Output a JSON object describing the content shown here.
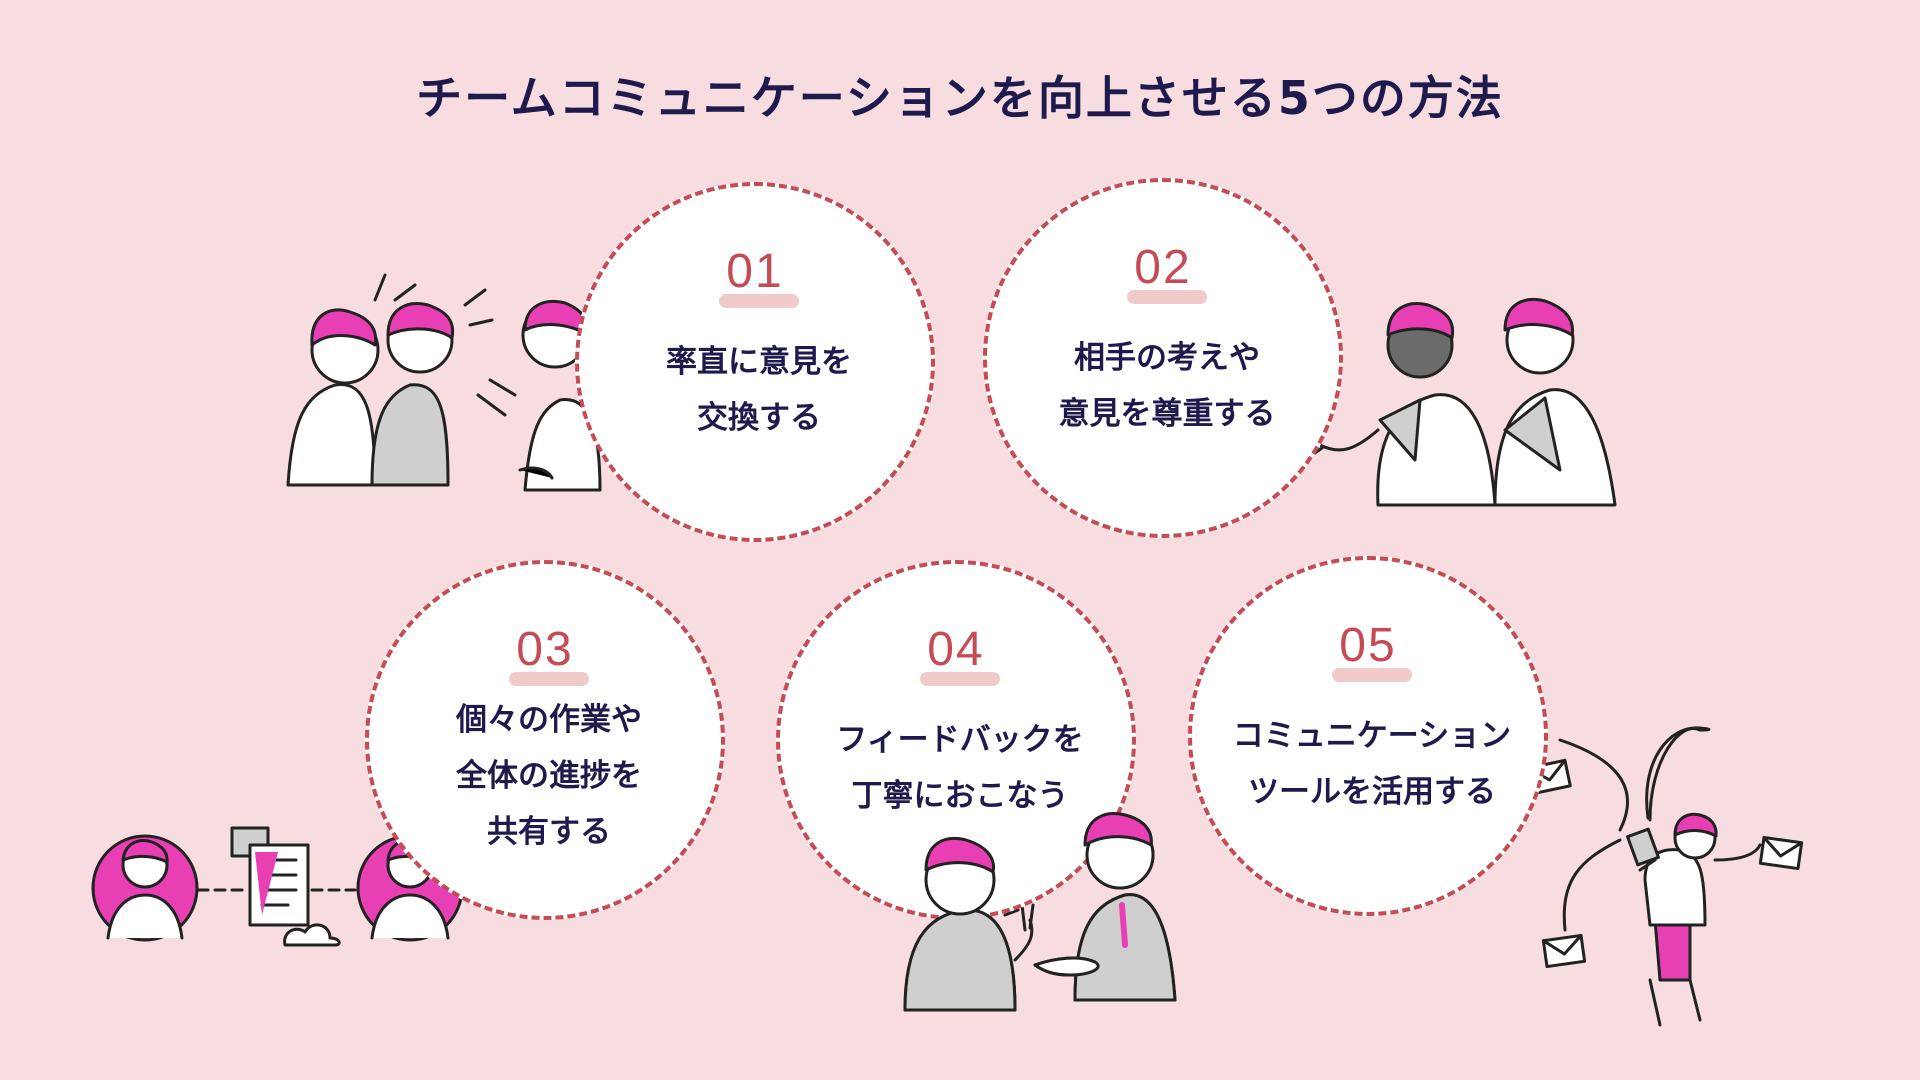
{
  "title": "チームコミュニケーションを向上させる5つの方法",
  "colors": {
    "background": "#f8dde0",
    "circle_border": "#c54b55",
    "accent_pink": "#e83fb4",
    "title_navy": "#1e1a4d"
  },
  "steps": [
    {
      "number": "01",
      "lines": [
        "率直に意見を",
        "交換する"
      ]
    },
    {
      "number": "02",
      "lines": [
        "相手の考えや",
        "意見を尊重する"
      ]
    },
    {
      "number": "03",
      "lines": [
        "個々の作業や",
        "全体の進捗を",
        "共有する"
      ]
    },
    {
      "number": "04",
      "lines": [
        "フィードバックを",
        "丁寧におこなう"
      ]
    },
    {
      "number": "05",
      "lines": [
        "コミュニケーション",
        "ツールを活用する"
      ]
    }
  ],
  "icons": [
    "people-talking-illustration",
    "people-listening-illustration",
    "file-sharing-illustration",
    "handshake-feedback-illustration",
    "email-tools-illustration"
  ]
}
